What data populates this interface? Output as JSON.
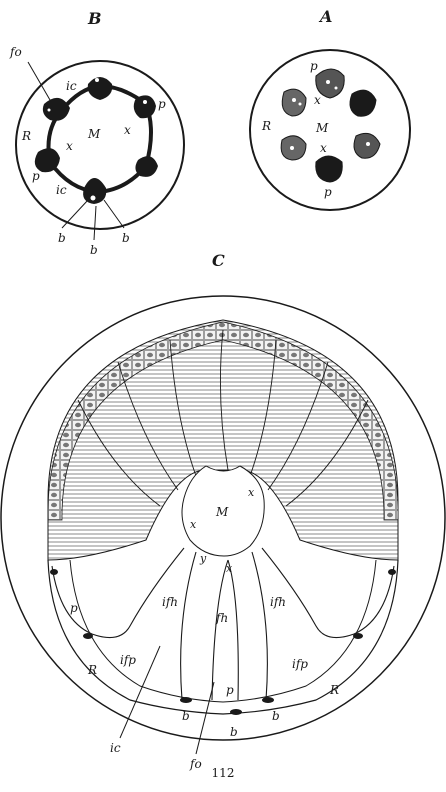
{
  "figure": {
    "page_number": "112",
    "panel_b": {
      "title": "B",
      "labels": {
        "fo": "fo",
        "ic_top": "ic",
        "m": "M",
        "x_right": "x",
        "p_right": "p",
        "r": "R",
        "x_left": "x",
        "p_left": "p",
        "ic_bottom": "ic",
        "b_left": "b",
        "b_mid": "b",
        "b_right": "b"
      }
    },
    "panel_a": {
      "title": "A",
      "labels": {
        "p_top": "p",
        "x_top": "x",
        "r": "R",
        "m": "M",
        "x_bottom": "x",
        "p_bottom": "p"
      }
    },
    "panel_c": {
      "title": "C",
      "labels": {
        "m": "M",
        "x_top": "x",
        "x_left": "x",
        "y": "y",
        "x_center": "x",
        "ifh_left": "ifh",
        "fh": "fh",
        "ifh_right": "ifh",
        "p_left": "p",
        "p_bottom": "p",
        "r_left": "R",
        "r_right": "R",
        "ifp_left": "ifp",
        "ifp_right": "ifp",
        "b_left": "b",
        "b_mid": "b",
        "b_right": "b",
        "ic": "ic",
        "fo": "fo"
      }
    }
  }
}
